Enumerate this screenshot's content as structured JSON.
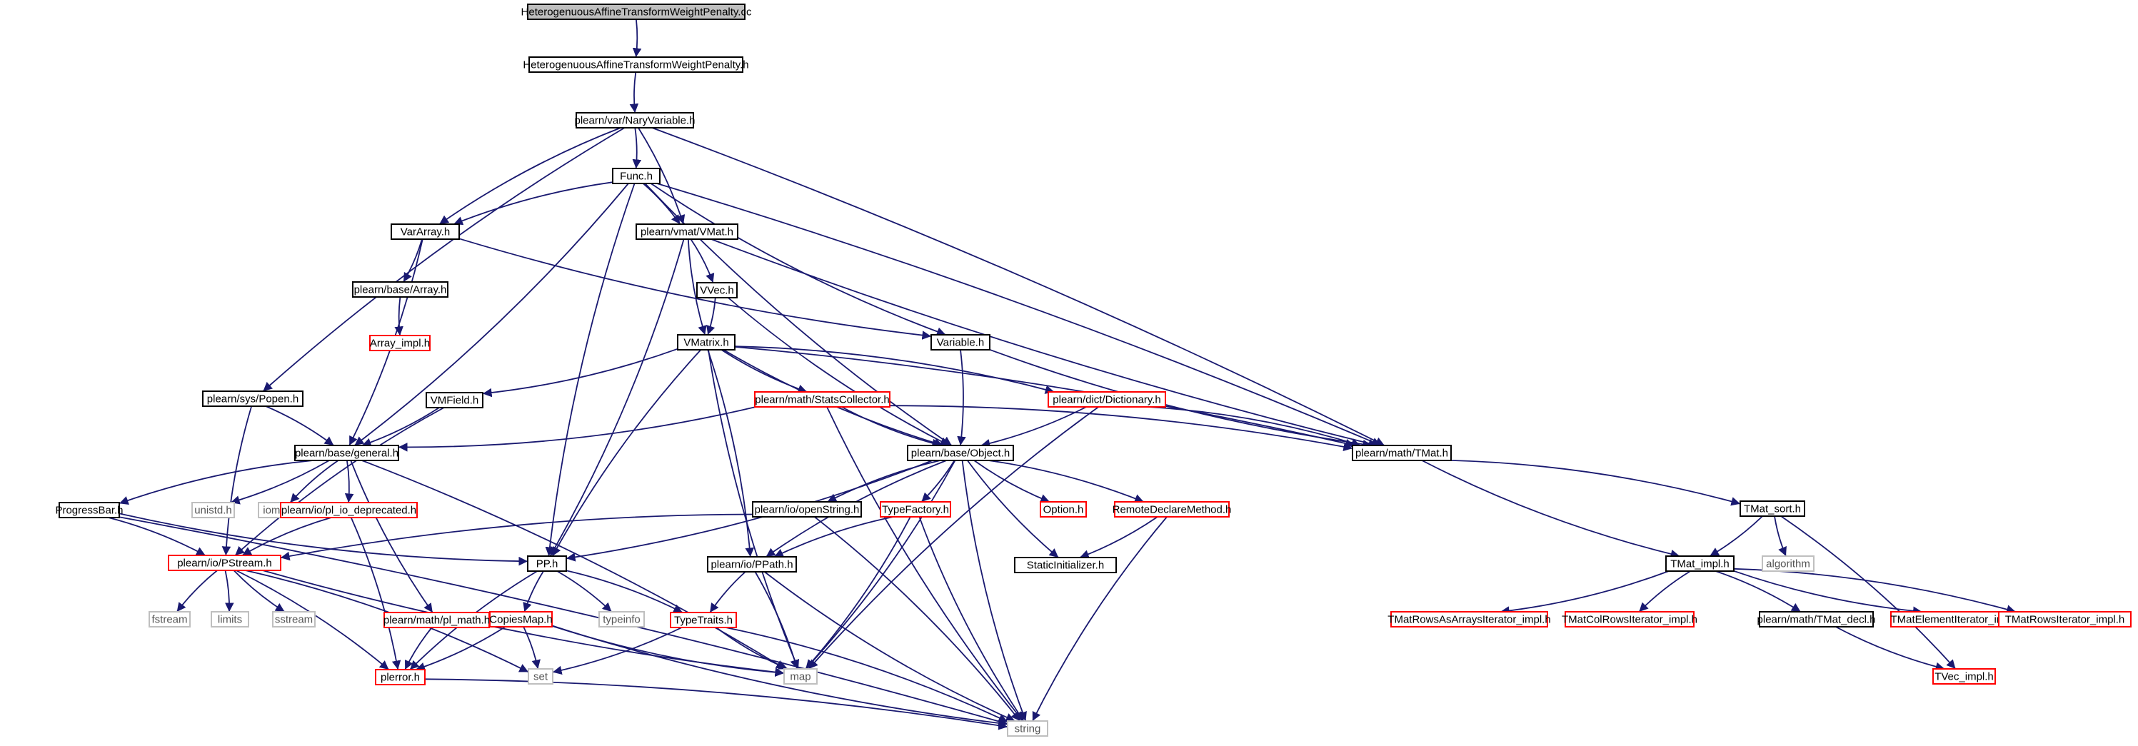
{
  "colors": {
    "edge": "#191970",
    "border_normal": "#000000",
    "border_truncated": "#ff0000",
    "border_system": "#bfbfbf",
    "fill_root": "#bfbfbf",
    "fill_node": "#ffffff"
  },
  "nodes": [
    {
      "id": "root",
      "label": "HeterogenuousAffineTransformWeightPenalty.cc",
      "kind": "root"
    },
    {
      "id": "hdr",
      "label": "HeterogenuousAffineTransformWeightPenalty.h",
      "kind": "normal"
    },
    {
      "id": "nary",
      "label": "plearn/var/NaryVariable.h",
      "kind": "normal"
    },
    {
      "id": "func",
      "label": "Func.h",
      "kind": "normal"
    },
    {
      "id": "vararray",
      "label": "VarArray.h",
      "kind": "normal"
    },
    {
      "id": "vmat",
      "label": "plearn/vmat/VMat.h",
      "kind": "normal"
    },
    {
      "id": "basearray",
      "label": "plearn/base/Array.h",
      "kind": "normal"
    },
    {
      "id": "arrayimpl",
      "label": "Array_impl.h",
      "kind": "truncated"
    },
    {
      "id": "vvec",
      "label": "VVec.h",
      "kind": "normal"
    },
    {
      "id": "variable",
      "label": "Variable.h",
      "kind": "normal"
    },
    {
      "id": "vmatrix",
      "label": "VMatrix.h",
      "kind": "normal"
    },
    {
      "id": "popen",
      "label": "plearn/sys/Popen.h",
      "kind": "normal"
    },
    {
      "id": "vmfield",
      "label": "VMField.h",
      "kind": "normal"
    },
    {
      "id": "stats",
      "label": "plearn/math/StatsCollector.h",
      "kind": "truncated"
    },
    {
      "id": "dict",
      "label": "plearn/dict/Dictionary.h",
      "kind": "truncated"
    },
    {
      "id": "general",
      "label": "plearn/base/general.h",
      "kind": "normal"
    },
    {
      "id": "object",
      "label": "plearn/base/Object.h",
      "kind": "normal"
    },
    {
      "id": "tmat",
      "label": "plearn/math/TMat.h",
      "kind": "normal"
    },
    {
      "id": "progress",
      "label": "ProgressBar.h",
      "kind": "normal"
    },
    {
      "id": "unistd",
      "label": "unistd.h",
      "kind": "system"
    },
    {
      "id": "iomanip",
      "label": "iomanip",
      "kind": "system"
    },
    {
      "id": "pliodep",
      "label": "plearn/io/pl_io_deprecated.h",
      "kind": "truncated"
    },
    {
      "id": "openstring",
      "label": "plearn/io/openString.h",
      "kind": "normal"
    },
    {
      "id": "typefactory",
      "label": "TypeFactory.h",
      "kind": "truncated"
    },
    {
      "id": "option",
      "label": "Option.h",
      "kind": "truncated"
    },
    {
      "id": "remote",
      "label": "RemoteDeclareMethod.h",
      "kind": "truncated"
    },
    {
      "id": "tmatsort",
      "label": "TMat_sort.h",
      "kind": "normal"
    },
    {
      "id": "pstream",
      "label": "plearn/io/PStream.h",
      "kind": "truncated"
    },
    {
      "id": "pp",
      "label": "PP.h",
      "kind": "normal"
    },
    {
      "id": "ppath",
      "label": "plearn/io/PPath.h",
      "kind": "normal"
    },
    {
      "id": "staticinit",
      "label": "StaticInitializer.h",
      "kind": "normal"
    },
    {
      "id": "tmatimpl",
      "label": "TMat_impl.h",
      "kind": "normal"
    },
    {
      "id": "algorithm",
      "label": "algorithm",
      "kind": "system"
    },
    {
      "id": "plmath",
      "label": "plearn/math/pl_math.h",
      "kind": "truncated"
    },
    {
      "id": "fstream",
      "label": "fstream",
      "kind": "system"
    },
    {
      "id": "limits",
      "label": "limits",
      "kind": "system"
    },
    {
      "id": "sstream",
      "label": "sstream",
      "kind": "system"
    },
    {
      "id": "typeinfo",
      "label": "typeinfo",
      "kind": "system"
    },
    {
      "id": "copiesmap",
      "label": "CopiesMap.h",
      "kind": "truncated"
    },
    {
      "id": "typetraits",
      "label": "TypeTraits.h",
      "kind": "truncated"
    },
    {
      "id": "rowsasarrays",
      "label": "TMatRowsAsArraysIterator_impl.h",
      "kind": "truncated"
    },
    {
      "id": "colrows",
      "label": "TMatColRowsIterator_impl.h",
      "kind": "truncated"
    },
    {
      "id": "tmatdecl",
      "label": "plearn/math/TMat_decl.h",
      "kind": "normal"
    },
    {
      "id": "elemiter",
      "label": "TMatElementIterator_impl.h",
      "kind": "truncated"
    },
    {
      "id": "rowsiter",
      "label": "TMatRowsIterator_impl.h",
      "kind": "truncated"
    },
    {
      "id": "set",
      "label": "set",
      "kind": "system"
    },
    {
      "id": "map",
      "label": "map",
      "kind": "system"
    },
    {
      "id": "plerror",
      "label": "plerror.h",
      "kind": "truncated"
    },
    {
      "id": "tvecimpl",
      "label": "TVec_impl.h",
      "kind": "truncated"
    },
    {
      "id": "string",
      "label": "string",
      "kind": "system"
    }
  ],
  "edges": [
    [
      "root",
      "hdr"
    ],
    [
      "hdr",
      "nary"
    ],
    [
      "nary",
      "func"
    ],
    [
      "nary",
      "vararray"
    ],
    [
      "nary",
      "vmat"
    ],
    [
      "nary",
      "popen"
    ],
    [
      "nary",
      "tmat"
    ],
    [
      "func",
      "vararray"
    ],
    [
      "func",
      "vmat"
    ],
    [
      "func",
      "variable"
    ],
    [
      "func",
      "general"
    ],
    [
      "func",
      "object"
    ],
    [
      "func",
      "tmat"
    ],
    [
      "func",
      "pp"
    ],
    [
      "vararray",
      "basearray"
    ],
    [
      "vararray",
      "variable"
    ],
    [
      "vararray",
      "general"
    ],
    [
      "basearray",
      "arrayimpl"
    ],
    [
      "vmat",
      "vvec"
    ],
    [
      "vmat",
      "vmatrix"
    ],
    [
      "vmat",
      "pp"
    ],
    [
      "vmat",
      "tmat"
    ],
    [
      "vvec",
      "vmatrix"
    ],
    [
      "vvec",
      "object"
    ],
    [
      "variable",
      "object"
    ],
    [
      "variable",
      "tmat"
    ],
    [
      "vmatrix",
      "vmfield"
    ],
    [
      "vmatrix",
      "stats"
    ],
    [
      "vmatrix",
      "dict"
    ],
    [
      "vmatrix",
      "object"
    ],
    [
      "vmatrix",
      "tmat"
    ],
    [
      "vmatrix",
      "pp"
    ],
    [
      "vmatrix",
      "ppath"
    ],
    [
      "vmatrix",
      "map"
    ],
    [
      "popen",
      "general"
    ],
    [
      "popen",
      "pstream"
    ],
    [
      "vmfield",
      "general"
    ],
    [
      "vmfield",
      "pstream"
    ],
    [
      "stats",
      "general"
    ],
    [
      "stats",
      "object"
    ],
    [
      "stats",
      "tmat"
    ],
    [
      "stats",
      "string"
    ],
    [
      "dict",
      "object"
    ],
    [
      "dict",
      "map"
    ],
    [
      "dict",
      "tmat"
    ],
    [
      "general",
      "progress"
    ],
    [
      "general",
      "unistd"
    ],
    [
      "general",
      "iomanip"
    ],
    [
      "general",
      "pliodep"
    ],
    [
      "general",
      "plmath"
    ],
    [
      "general",
      "map"
    ],
    [
      "object",
      "openstring"
    ],
    [
      "object",
      "typefactory"
    ],
    [
      "object",
      "option"
    ],
    [
      "object",
      "remote"
    ],
    [
      "object",
      "staticinit"
    ],
    [
      "object",
      "pp"
    ],
    [
      "object",
      "ppath"
    ],
    [
      "object",
      "map"
    ],
    [
      "object",
      "string"
    ],
    [
      "tmat",
      "tmatsort"
    ],
    [
      "tmat",
      "tmatimpl"
    ],
    [
      "progress",
      "pstream"
    ],
    [
      "progress",
      "pp"
    ],
    [
      "progress",
      "string"
    ],
    [
      "pliodep",
      "pstream"
    ],
    [
      "pliodep",
      "plerror"
    ],
    [
      "openstring",
      "pstream"
    ],
    [
      "openstring",
      "string"
    ],
    [
      "typefactory",
      "ppath"
    ],
    [
      "typefactory",
      "map"
    ],
    [
      "typefactory",
      "string"
    ],
    [
      "remote",
      "staticinit"
    ],
    [
      "remote",
      "string"
    ],
    [
      "tmatsort",
      "tmatimpl"
    ],
    [
      "tmatsort",
      "algorithm"
    ],
    [
      "tmatsort",
      "tvecimpl"
    ],
    [
      "pstream",
      "fstream"
    ],
    [
      "pstream",
      "limits"
    ],
    [
      "pstream",
      "sstream"
    ],
    [
      "pstream",
      "set"
    ],
    [
      "pstream",
      "map"
    ],
    [
      "pstream",
      "plerror"
    ],
    [
      "pp",
      "plerror"
    ],
    [
      "pp",
      "typeinfo"
    ],
    [
      "pp",
      "copiesmap"
    ],
    [
      "pp",
      "typetraits"
    ],
    [
      "ppath",
      "typetraits"
    ],
    [
      "ppath",
      "map"
    ],
    [
      "ppath",
      "string"
    ],
    [
      "tmatimpl",
      "rowsasarrays"
    ],
    [
      "tmatimpl",
      "colrows"
    ],
    [
      "tmatimpl",
      "tmatdecl"
    ],
    [
      "tmatimpl",
      "elemiter"
    ],
    [
      "tmatimpl",
      "rowsiter"
    ],
    [
      "plmath",
      "plerror"
    ],
    [
      "copiesmap",
      "set"
    ],
    [
      "copiesmap",
      "map"
    ],
    [
      "copiesmap",
      "plerror"
    ],
    [
      "copiesmap",
      "string"
    ],
    [
      "typetraits",
      "set"
    ],
    [
      "typetraits",
      "map"
    ],
    [
      "typetraits",
      "string"
    ],
    [
      "tmatdecl",
      "tvecimpl"
    ],
    [
      "plerror",
      "string"
    ]
  ]
}
